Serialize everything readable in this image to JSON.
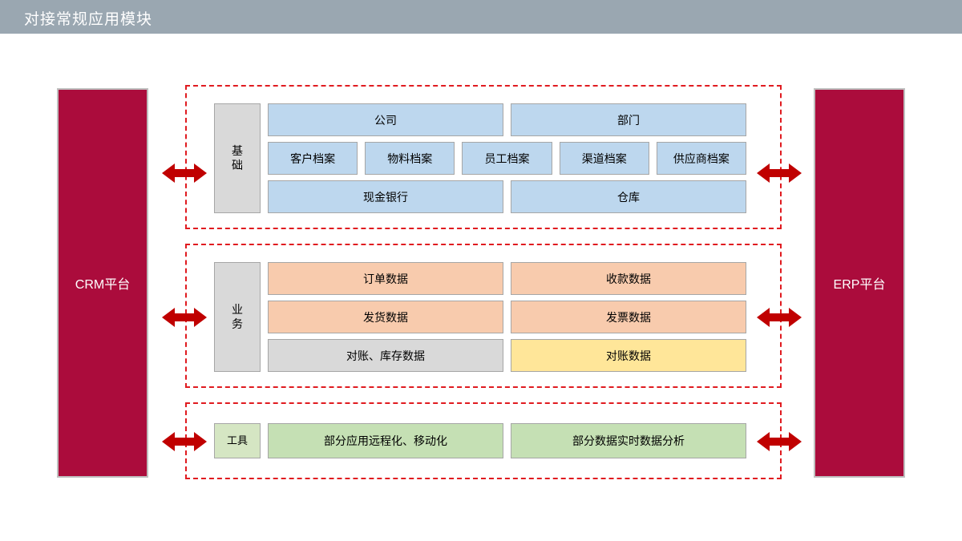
{
  "header": {
    "title": "对接常规应用模块"
  },
  "platforms": {
    "left": {
      "label": "CRM平台",
      "color": "#ab0c3c"
    },
    "right": {
      "label": "ERP平台",
      "color": "#ab0c3c"
    }
  },
  "colors": {
    "header_bar": "#9aa7b1",
    "dashed_border": "#e01b20",
    "arrow": "#c00000",
    "category_gray": "#d9d9d9",
    "cell_blue": "#bdd7ee",
    "cell_peach": "#f8cbad",
    "cell_gray": "#d9d9d9",
    "cell_yellow": "#ffe699",
    "cell_green": "#c5e0b4",
    "category_green": "#d5e6c3"
  },
  "groups": [
    {
      "name": "basic",
      "category": "基础",
      "rows": [
        {
          "cells": [
            {
              "label": "公司",
              "color": "blue"
            },
            {
              "label": "部门",
              "color": "blue"
            }
          ]
        },
        {
          "cells": [
            {
              "label": "客户档案",
              "color": "blue"
            },
            {
              "label": "物料档案",
              "color": "blue"
            },
            {
              "label": "员工档案",
              "color": "blue"
            },
            {
              "label": "渠道档案",
              "color": "blue"
            },
            {
              "label": "供应商档案",
              "color": "blue"
            }
          ]
        },
        {
          "cells": [
            {
              "label": "现金银行",
              "color": "blue"
            },
            {
              "label": "仓库",
              "color": "blue"
            }
          ]
        }
      ]
    },
    {
      "name": "business",
      "category": "业务",
      "rows": [
        {
          "cells": [
            {
              "label": "订单数据",
              "color": "peach"
            },
            {
              "label": "收款数据",
              "color": "peach"
            }
          ]
        },
        {
          "cells": [
            {
              "label": "发货数据",
              "color": "peach"
            },
            {
              "label": "发票数据",
              "color": "peach"
            }
          ]
        },
        {
          "cells": [
            {
              "label": "对账、库存数据",
              "color": "gray"
            },
            {
              "label": "对账数据",
              "color": "yellow"
            }
          ]
        }
      ]
    },
    {
      "name": "tools",
      "category": "工具",
      "rows": [
        {
          "cells": [
            {
              "label": "部分应用远程化、移动化",
              "color": "green"
            },
            {
              "label": "部分数据实时数据分析",
              "color": "green"
            }
          ]
        }
      ]
    }
  ],
  "arrows": {
    "icon": "double-headed-arrow",
    "count": 6
  }
}
